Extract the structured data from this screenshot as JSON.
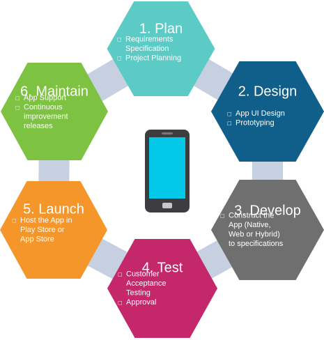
{
  "colors": {
    "connector": "#c7d0e0",
    "phone_body": "#3d3d3f",
    "phone_screen": "#00c8e6",
    "phone_button": "#c7c7c7"
  },
  "bullet_glyph": "□",
  "phases": [
    {
      "title": "1. Plan",
      "color": "#5ccbc6",
      "items": [
        [
          "Requirements",
          "Specification"
        ],
        [
          "Project Planning"
        ]
      ]
    },
    {
      "title": "2. Design",
      "color": "#0f5f8a",
      "items": [
        [
          "App UI Design"
        ],
        [
          "Prototyping"
        ]
      ]
    },
    {
      "title": "3. Develop",
      "color": "#6f6f6f",
      "items": [
        [
          "Construct the",
          "App (Native,",
          "Web or Hybrid)",
          "to specifications"
        ]
      ]
    },
    {
      "title": "4. Test",
      "color": "#c4276a",
      "items": [
        [
          "Customer",
          "Acceptance",
          "Testing"
        ],
        [
          "Approval"
        ]
      ]
    },
    {
      "title": "5. Launch",
      "color": "#f5962b",
      "items": [
        [
          "Host the App in",
          "Play Store or",
          "App Store"
        ]
      ]
    },
    {
      "title": "6. Maintain",
      "color": "#7ec242",
      "items": [
        [
          "App Support"
        ],
        [
          "Continuous",
          "improvement",
          "releases"
        ]
      ]
    }
  ]
}
